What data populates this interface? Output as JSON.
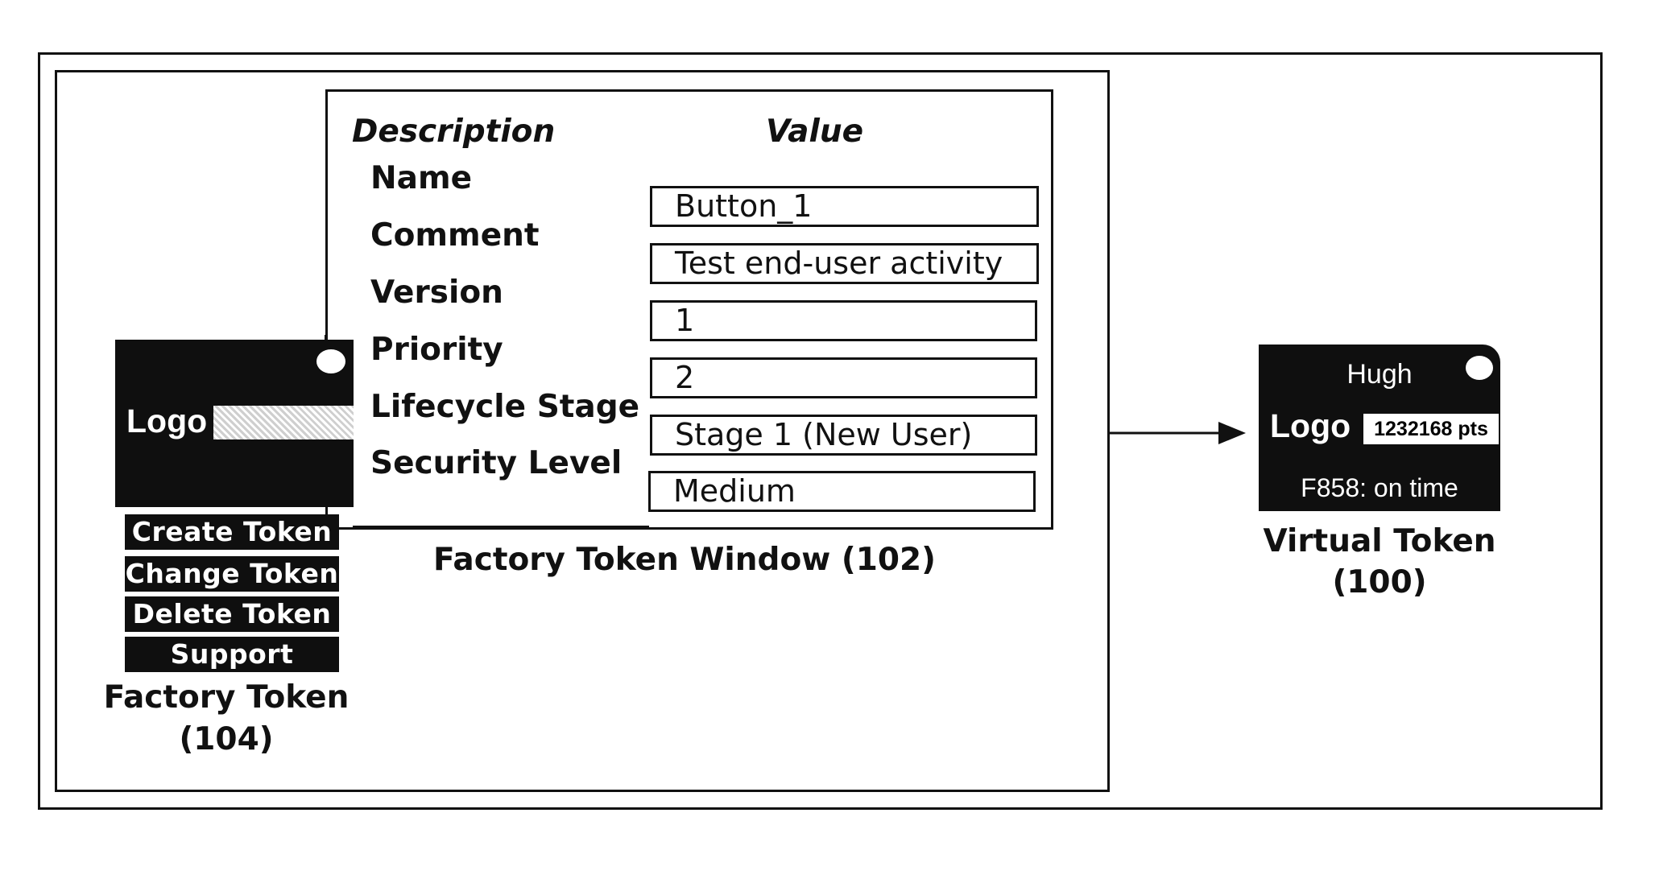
{
  "factory_window": {
    "header_description": "Description",
    "header_value": "Value",
    "rows": [
      {
        "label": "Name",
        "value": "Button_1"
      },
      {
        "label": "Comment",
        "value": "Test end-user activity"
      },
      {
        "label": "Version",
        "value": "1"
      },
      {
        "label": "Priority",
        "value": "2"
      },
      {
        "label": "Lifecycle Stage",
        "value": "Stage 1 (New User)"
      },
      {
        "label": "Security Level",
        "value": "Medium"
      }
    ],
    "caption": "Factory Token Window (102)"
  },
  "factory_token": {
    "logo": "Logo",
    "buttons": [
      "Create Token",
      "Change Token",
      "Delete Token",
      "Support"
    ],
    "caption_line1": "Factory Token",
    "caption_line2": "(104)"
  },
  "virtual_token": {
    "user": "Hugh",
    "logo": "Logo",
    "points": "1232168 pts",
    "flight": "F858: on time",
    "caption_line1": "Virtual Token",
    "caption_line2": "(100)"
  },
  "colors": {
    "line": "#111111",
    "token_background": "#0f0f0f",
    "token_text": "#ffffff"
  }
}
